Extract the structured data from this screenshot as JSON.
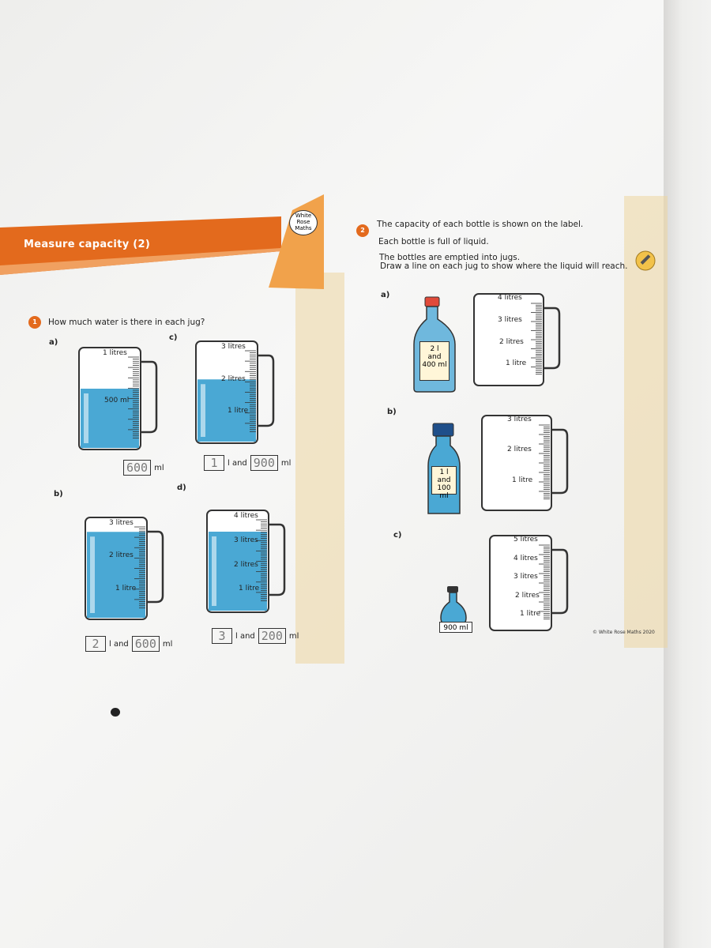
{
  "header": {
    "title": "Measure capacity (2)",
    "logo_text": [
      "White",
      "Rose",
      "Maths"
    ]
  },
  "q1": {
    "number": "1",
    "question": "How much water is there in each jug?",
    "parts": {
      "a": {
        "label": "a)",
        "marks": [
          "1 litres",
          "500 ml"
        ],
        "answer_ml": "600",
        "ml_unit": "ml",
        "fill": 0.6
      },
      "c": {
        "label": "c)",
        "marks": [
          "3 litres",
          "2 litres",
          "1 litre"
        ],
        "answer_l": "1",
        "and": "l and",
        "answer_ml": "900",
        "ml_unit": "ml",
        "fill": 0.63
      },
      "b": {
        "label": "b)",
        "marks": [
          "3 litres",
          "2 litres",
          "1 litre"
        ],
        "answer_l": "2",
        "and": "l and",
        "answer_ml": "600",
        "ml_unit": "ml",
        "fill": 0.87
      },
      "d": {
        "label": "d)",
        "marks": [
          "4 litres",
          "3 litres",
          "2 litres",
          "1 litre"
        ],
        "answer_l": "3",
        "and": "l and",
        "answer_ml": "200",
        "ml_unit": "ml",
        "fill": 0.8
      }
    }
  },
  "q2": {
    "number": "2",
    "lines": [
      "The capacity of each bottle is shown on the label.",
      "Each bottle is full of liquid.",
      "The bottles are emptied into jugs.",
      "Draw a line on each jug to show where the liquid will reach."
    ],
    "parts": {
      "a": {
        "label": "a)",
        "bottle_label": [
          "2 l",
          "and",
          "400 ml"
        ],
        "marks": [
          "4 litres",
          "3 litres",
          "2 litres",
          "1 litre"
        ]
      },
      "b": {
        "label": "b)",
        "bottle_label": [
          "1 l",
          "and",
          "100 ml"
        ],
        "marks": [
          "3 litres",
          "2 litres",
          "1 litre"
        ]
      },
      "c": {
        "label": "c)",
        "bottle_label": [
          "900 ml"
        ],
        "marks": [
          "5 litres",
          "4 litres",
          "3 litres",
          "2 litres",
          "1 litre"
        ]
      }
    }
  },
  "footer": {
    "copyright": "© White Rose Maths 2020"
  },
  "colors": {
    "orange": "#e36a1d",
    "water": "#4aa8d4",
    "tape": "#ecd6a0",
    "paper": "#f3f3f2"
  }
}
